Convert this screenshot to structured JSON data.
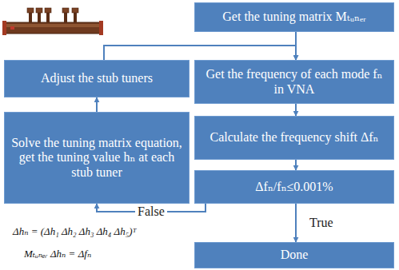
{
  "diagram": {
    "nodes": [
      {
        "text": [
          "Get the tuning matrix Mₜᵤₙₑᵣ"
        ]
      },
      {
        "text": [
          "Get the frequency of each mode fₙ in VNA"
        ]
      },
      {
        "text": [
          "Calculate the frequency shift Δfₙ"
        ]
      },
      {
        "text": [
          "Δfₙ/fₙ≤0.001%"
        ]
      },
      {
        "text": [
          "Done"
        ]
      },
      {
        "text": [
          "Adjust the stub tuners"
        ]
      },
      {
        "text": [
          "Solve the tuning matrix equation, get the tuning value hₙ at each stub tuner"
        ]
      }
    ],
    "edges": [
      {
        "from": 0,
        "to": 1,
        "arrow": "to"
      },
      {
        "from": 1,
        "to": 2,
        "arrow": "to"
      },
      {
        "from": 2,
        "to": 3,
        "arrow": "to"
      },
      {
        "from": 3,
        "to": 4,
        "label": "True",
        "arrow": "to"
      },
      {
        "from": 3,
        "to": 6,
        "label": "False",
        "arrow": "to"
      },
      {
        "from": 6,
        "to": 5,
        "arrow": "to"
      },
      {
        "from": 5,
        "to": 1,
        "arrow": "to"
      }
    ],
    "labels": [
      "Δhₙ = (Δh₁ Δh₂ Δh₃ Δh₄ Δh₅)ᵀ",
      "Mₜᵤₙₑᵣ Δhₙ = Δfₙ"
    ]
  }
}
